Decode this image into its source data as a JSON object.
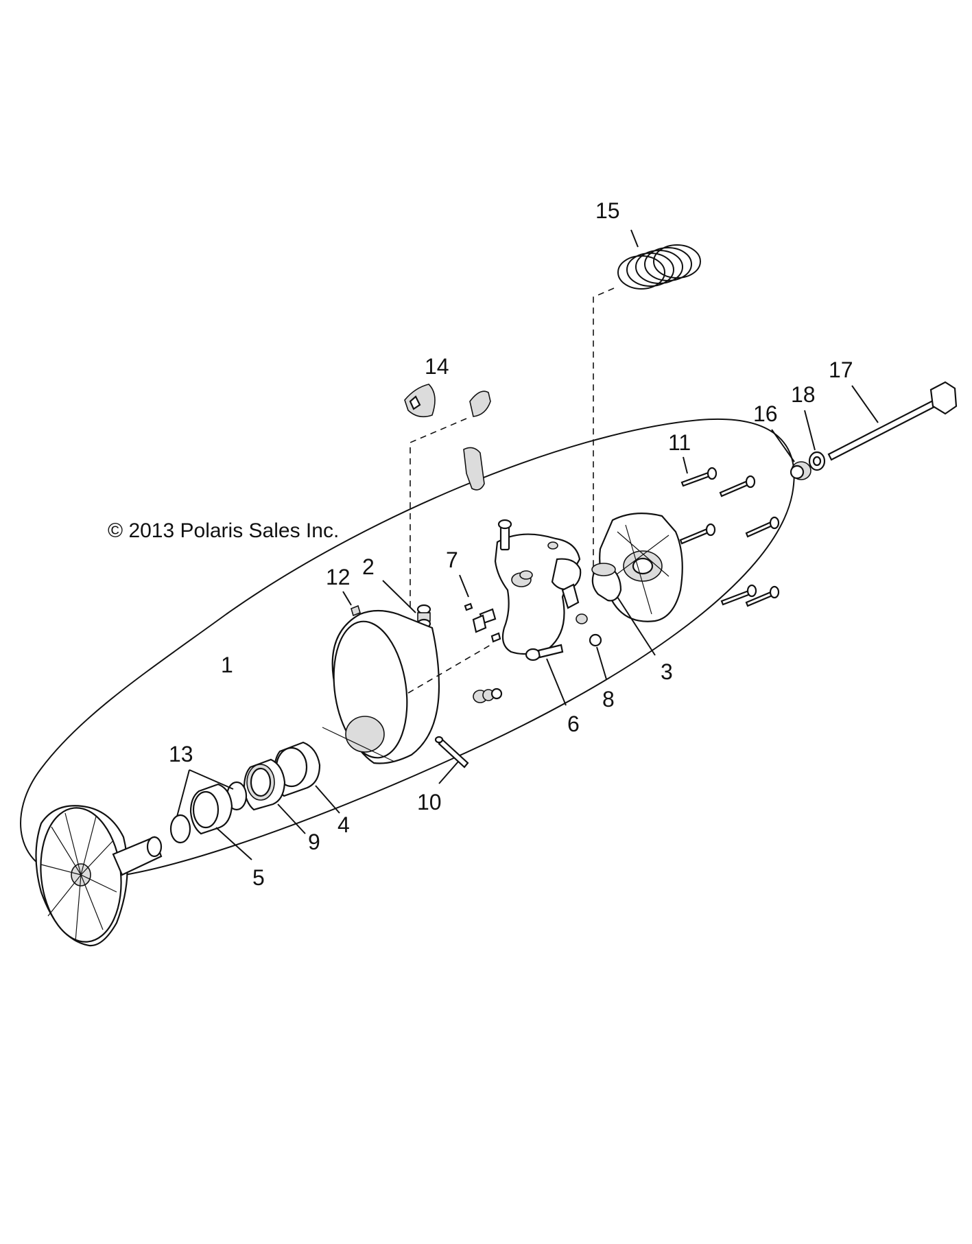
{
  "copyright": "© 2013 Polaris Sales Inc.",
  "callouts": {
    "c1": "1",
    "c2": "2",
    "c3": "3",
    "c4": "4",
    "c5": "5",
    "c6": "6",
    "c7": "7",
    "c8": "8",
    "c9": "9",
    "c10": "10",
    "c11": "11",
    "c12": "12",
    "c13": "13",
    "c14": "14",
    "c15": "15",
    "c16": "16",
    "c17": "17",
    "c18": "18"
  }
}
